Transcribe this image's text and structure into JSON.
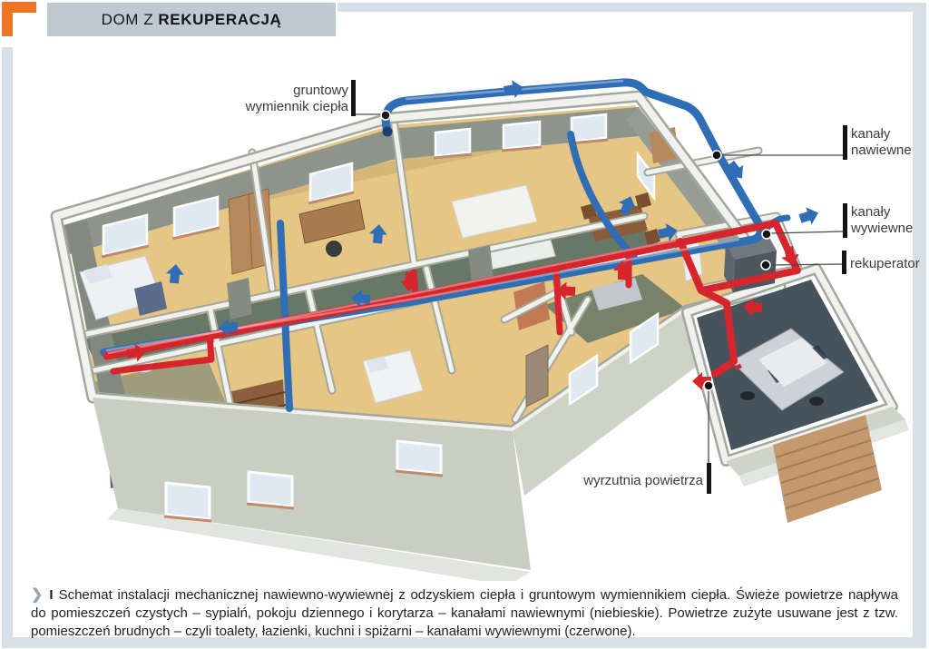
{
  "theme": {
    "supply": "#2f6db5",
    "exhaust": "#d6252c",
    "accent": "#ee7523",
    "frame": "#d7e0e7",
    "titlebar": "#bfc9d2"
  },
  "header": {
    "title_regular": "DOM Z",
    "title_bold": "REKUPERACJĄ"
  },
  "diagram": {
    "labels": {
      "ground_exchanger": {
        "line1": "gruntowy",
        "line2": "wymiennik ciepła"
      },
      "supply_ducts": {
        "line1": "kanały",
        "line2": "nawiewne"
      },
      "exhaust_ducts": {
        "line1": "kanały",
        "line2": "wywiewne"
      },
      "recuperator": {
        "text": "rekuperator"
      },
      "air_outlet": {
        "text": "wyrzutnia powietrza"
      }
    },
    "legend": {
      "supply_meaning": "kanały nawiewne (niebieskie)",
      "exhaust_meaning": "kanały wywiewne (czerwone)"
    }
  },
  "caption": {
    "chevron": "❯",
    "marker": "I",
    "text": "Schemat instalacji mechanicznej nawiewno-wywiewnej z odzyskiem ciepła i gruntowym wymiennikiem ciepła. Świeże powietrze napływa do pomieszczeń czystych – sypialń, pokoju dziennego i korytarza – kanałami nawiewnymi (niebieskie). Powietrze zużyte usuwane jest z tzw. pomieszczeń brudnych – czyli toalety, łazienki, kuchni i spiżarni – kanałami wywiewnymi (czerwone)."
  }
}
